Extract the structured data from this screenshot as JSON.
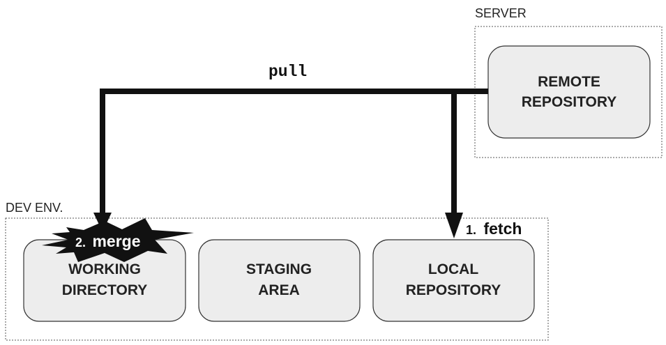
{
  "groups": {
    "server": {
      "label": "SERVER"
    },
    "dev_env": {
      "label": "DEV ENV."
    }
  },
  "boxes": {
    "remote": {
      "line1": "REMOTE",
      "line2": "REPOSITORY"
    },
    "working": {
      "line1": "WORKING",
      "line2": "DIRECTORY"
    },
    "staging": {
      "line1": "STAGING",
      "line2": "AREA"
    },
    "local": {
      "line1": "LOCAL",
      "line2": "REPOSITORY"
    }
  },
  "flow": {
    "pull_label": "pull",
    "fetch_step": "1.",
    "fetch_label": "fetch",
    "merge_step": "2.",
    "merge_label": "merge"
  },
  "colors": {
    "box_fill": "#ededed",
    "box_stroke": "#333333",
    "arrow": "#111111",
    "burst": "#111111",
    "burst_text": "#ffffff"
  }
}
